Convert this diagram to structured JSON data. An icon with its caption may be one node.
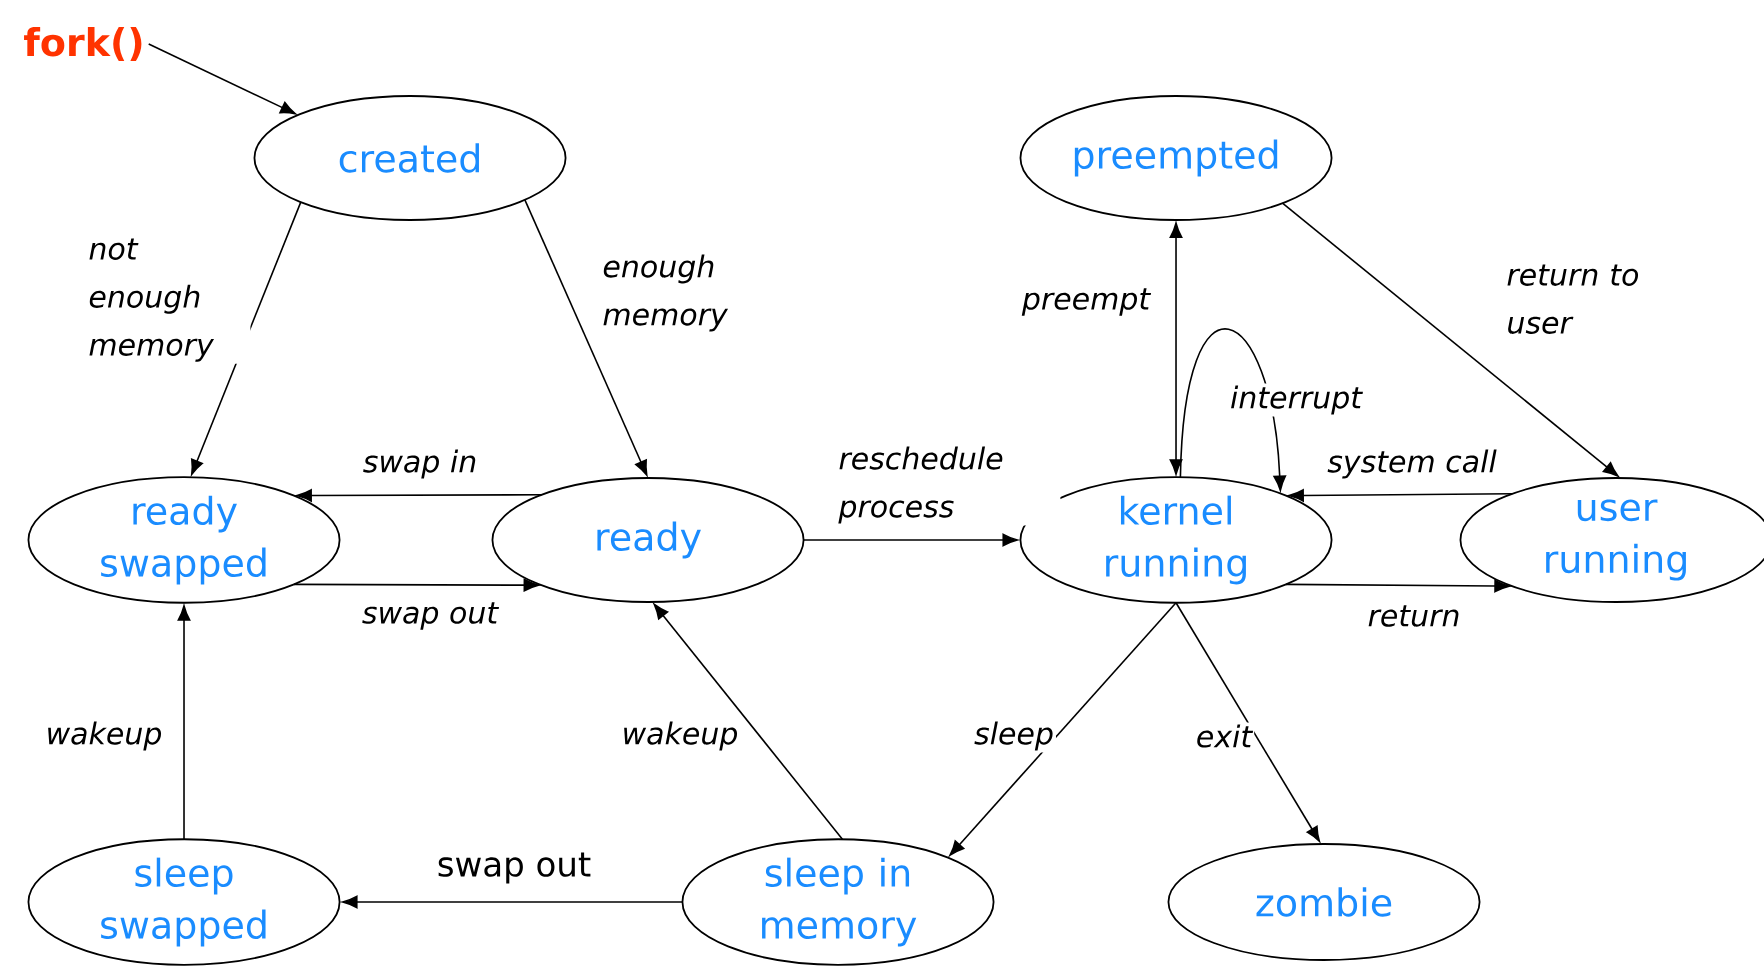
{
  "diagram": {
    "nodes": [
      {
        "text": [
          "fork()"
        ]
      },
      {
        "text": [
          "created"
        ]
      },
      {
        "text": [
          "preempted"
        ]
      },
      {
        "text": [
          "ready swapped"
        ]
      },
      {
        "text": [
          "ready"
        ]
      },
      {
        "text": [
          "kernel running"
        ]
      },
      {
        "text": [
          "user running"
        ]
      },
      {
        "text": [
          "sleep swapped"
        ]
      },
      {
        "text": [
          "sleep in memory"
        ]
      },
      {
        "text": [
          "zombie"
        ]
      }
    ],
    "edges": [
      {
        "from": 0,
        "to": 1,
        "arrow": "to"
      },
      {
        "from": 1,
        "to": 3,
        "arrow": "to",
        "label": "not enough memory"
      },
      {
        "from": 1,
        "to": 4,
        "arrow": "to",
        "label": "enough memory"
      },
      {
        "from": 4,
        "to": 3,
        "arrow": "to",
        "label": "swap in"
      },
      {
        "from": 3,
        "to": 4,
        "arrow": "to",
        "label": "swap out"
      },
      {
        "from": 4,
        "to": 5,
        "arrow": "to",
        "label": "reschedule process"
      },
      {
        "from": 2,
        "to": 5,
        "arrow": "both",
        "label": "preempt"
      },
      {
        "from": 5,
        "to": 5,
        "arrow": "to",
        "label": "interrupt"
      },
      {
        "from": 6,
        "to": 5,
        "arrow": "to",
        "label": "system call"
      },
      {
        "from": 5,
        "to": 6,
        "arrow": "to",
        "label": "return"
      },
      {
        "from": 2,
        "to": 6,
        "arrow": "to",
        "label": "return to user"
      },
      {
        "from": 5,
        "to": 8,
        "arrow": "to",
        "label": "sleep"
      },
      {
        "from": 5,
        "to": 9,
        "arrow": "to",
        "label": "exit"
      },
      {
        "from": 8,
        "to": 4,
        "arrow": "to",
        "label": "wakeup"
      },
      {
        "from": 8,
        "to": 7,
        "arrow": "to",
        "label": "swap out"
      },
      {
        "from": 7,
        "to": 3,
        "arrow": "to",
        "label": "wakeup"
      }
    ]
  }
}
